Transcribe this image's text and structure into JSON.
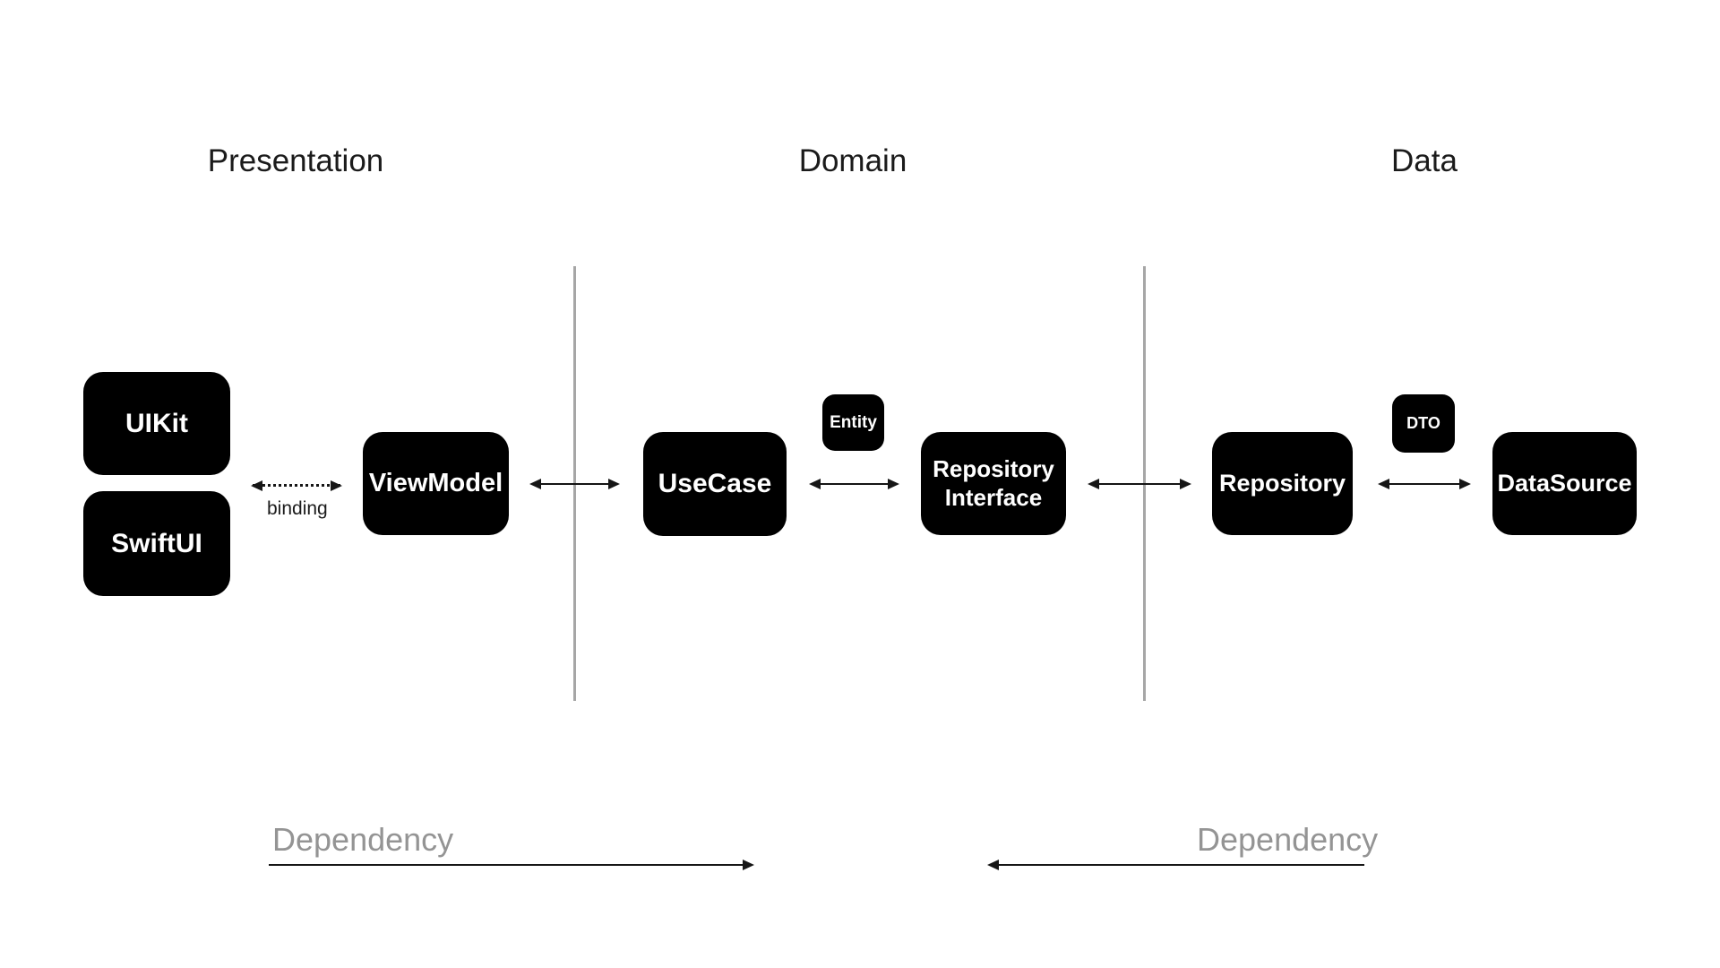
{
  "sections": {
    "presentation": {
      "label": "Presentation"
    },
    "domain": {
      "label": "Domain"
    },
    "data": {
      "label": "Data"
    }
  },
  "nodes": {
    "uikit": {
      "label": "UIKit"
    },
    "swiftui": {
      "label": "SwiftUI"
    },
    "viewmodel": {
      "label": "ViewModel"
    },
    "usecase": {
      "label": "UseCase"
    },
    "entity": {
      "label": "Entity"
    },
    "repository_interface": {
      "label": "Repository Interface"
    },
    "repository": {
      "label": "Repository"
    },
    "dto": {
      "label": "DTO"
    },
    "datasource": {
      "label": "DataSource"
    }
  },
  "annotations": {
    "binding": {
      "label": "binding"
    },
    "dependency_left": {
      "label": "Dependency",
      "direction": "right"
    },
    "dependency_right": {
      "label": "Dependency",
      "direction": "left"
    }
  },
  "colors": {
    "background": "#ffffff",
    "node_bg": "#000000",
    "node_text": "#ffffff",
    "divider": "#a6a6a6",
    "arrow": "#161616",
    "section_label": "#1b1b1b",
    "dependency_label": "#949494"
  }
}
